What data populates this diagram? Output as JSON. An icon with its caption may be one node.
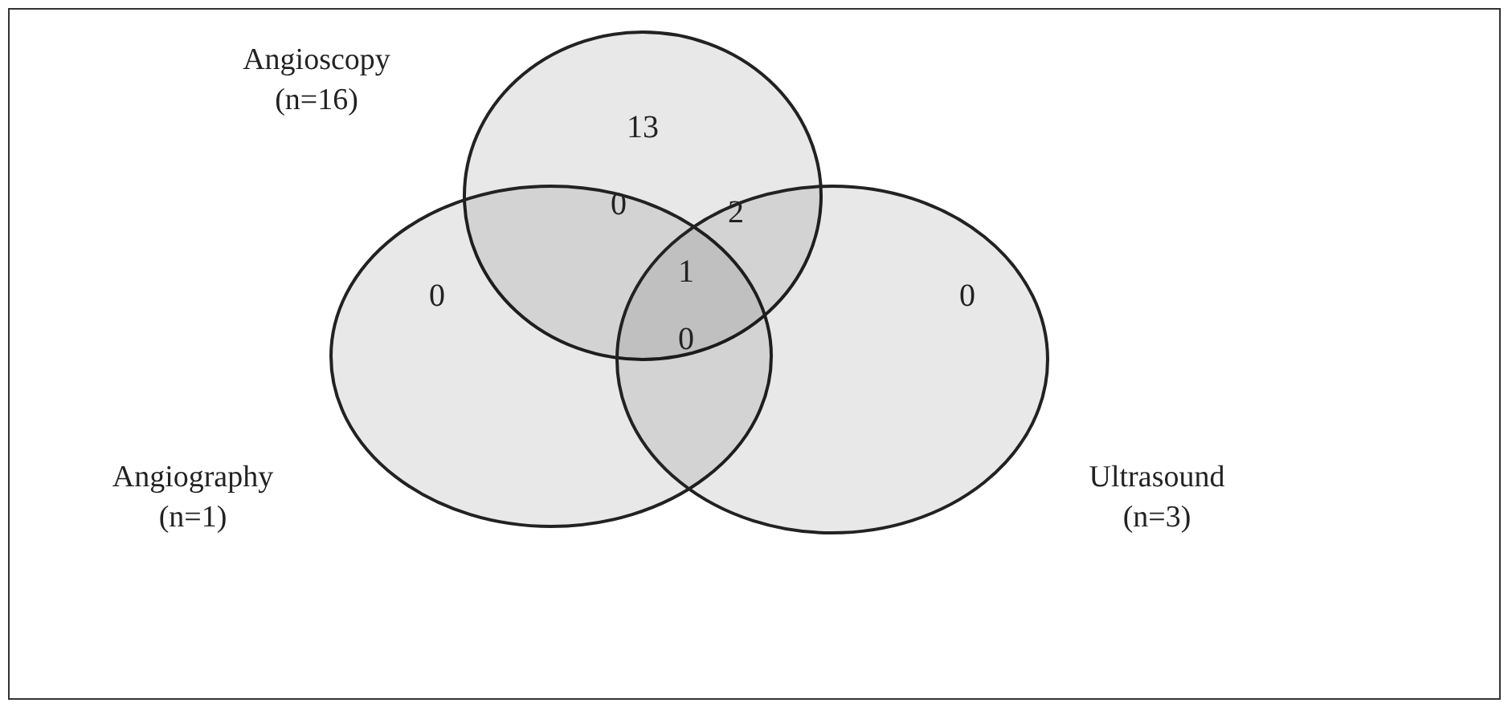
{
  "diagram": {
    "nodes": [
      {
        "text": [
          "Angioscopy (n=16)"
        ]
      },
      {
        "text": [
          "Angiography (n=1)"
        ]
      },
      {
        "text": [
          "Ultrasound (n=3)"
        ]
      }
    ],
    "labels": [
      "13",
      "0",
      "2",
      "1",
      "0",
      "0",
      "0"
    ]
  }
}
